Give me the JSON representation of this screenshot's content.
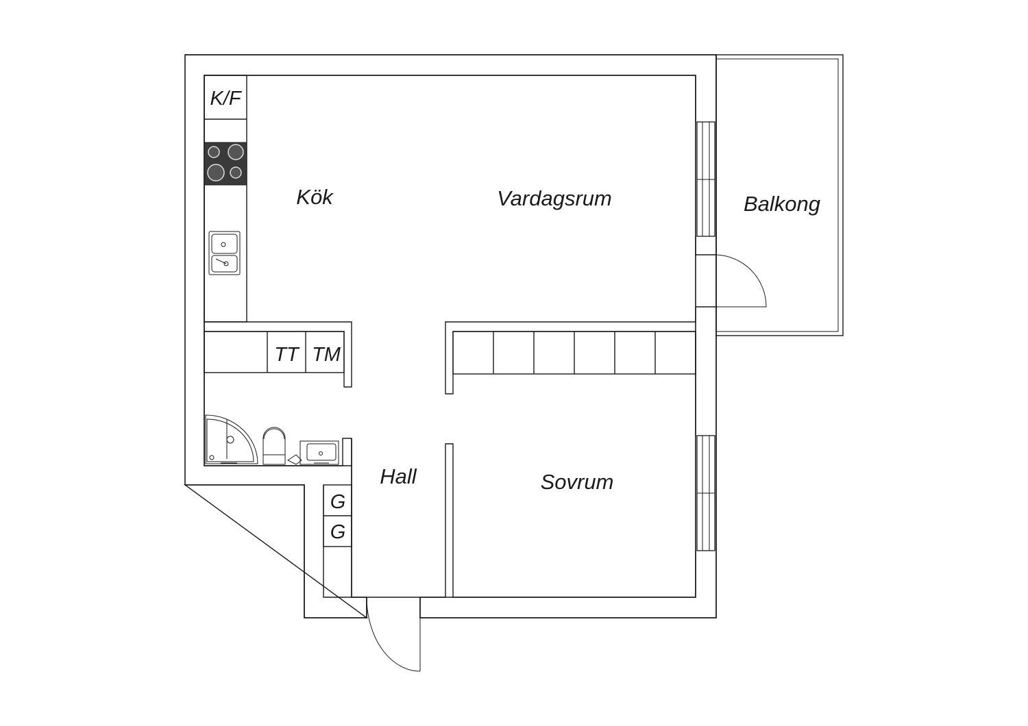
{
  "rooms": {
    "kitchen": "Kök",
    "living": "Vardagsrum",
    "balcony": "Balkong",
    "hall": "Hall",
    "bedroom": "Sovrum"
  },
  "fixtures": {
    "fridge_freezer": "K/F",
    "dryer": "TT",
    "washer": "TM",
    "wardrobe_1": "G",
    "wardrobe_2": "G"
  },
  "icons": [
    "stove-icon",
    "sink-icon",
    "shower-icon",
    "toilet-icon",
    "washbasin-icon",
    "door-swing-icon",
    "window-icon"
  ]
}
